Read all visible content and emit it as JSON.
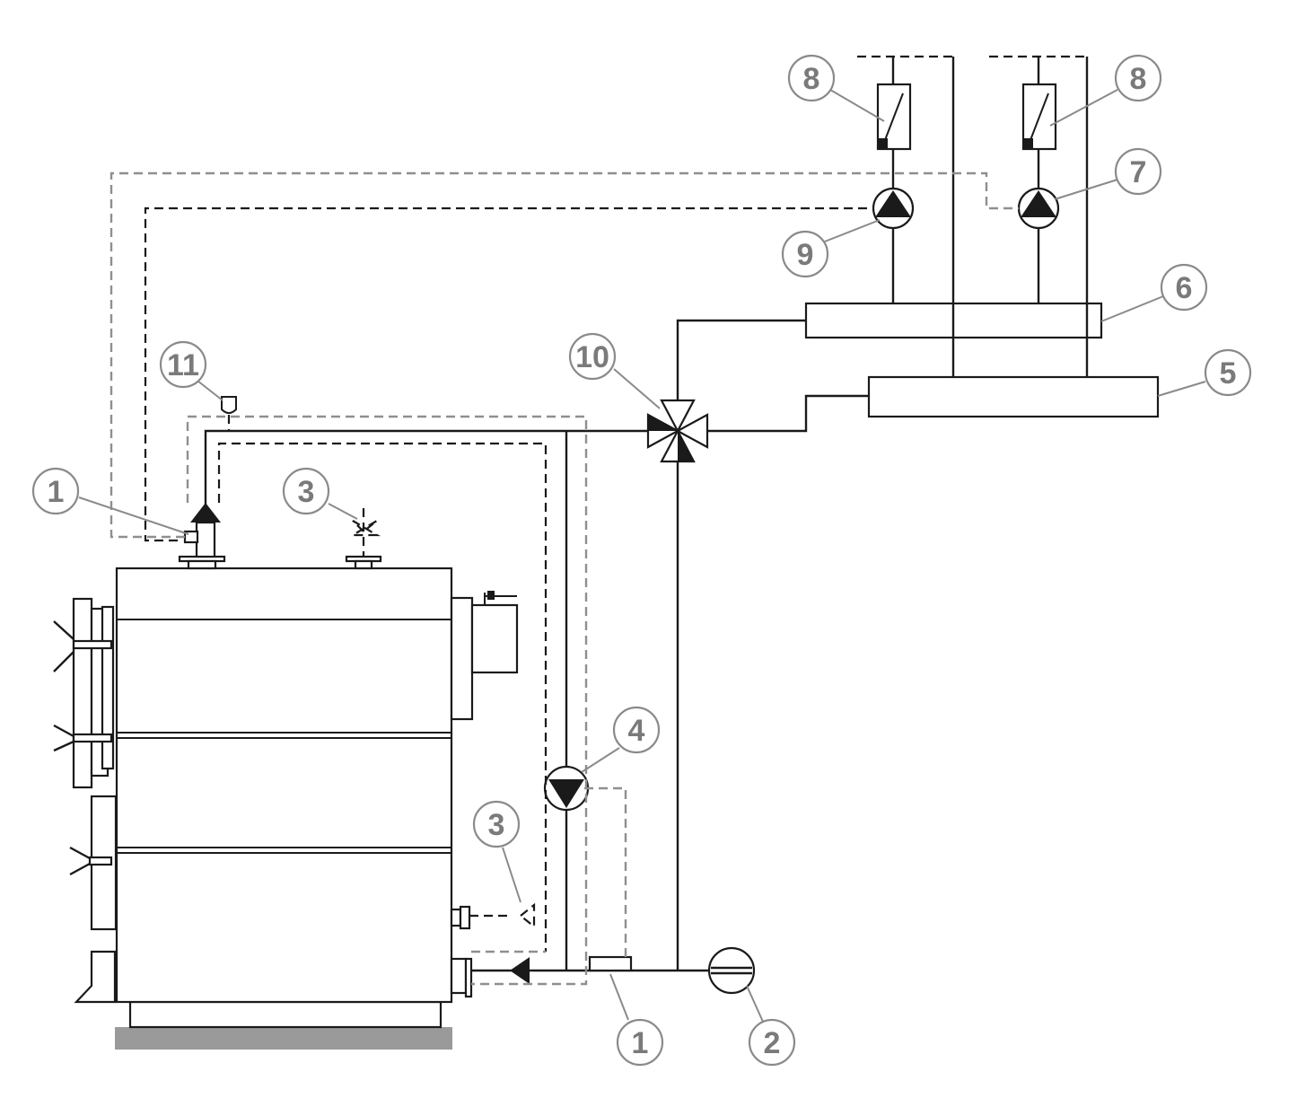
{
  "callouts": {
    "c1_top": "1",
    "c3_top": "3",
    "c11": "11",
    "c10": "10",
    "c9": "9",
    "c8_left": "8",
    "c8_right": "8",
    "c7": "7",
    "c6": "6",
    "c5": "5",
    "c4": "4",
    "c3_bottom": "3",
    "c1_bottom": "1",
    "c2": "2"
  },
  "colors": {
    "line": "#1a1a1a",
    "callout": "#7a7a7a",
    "base": "#9a9a9a"
  }
}
